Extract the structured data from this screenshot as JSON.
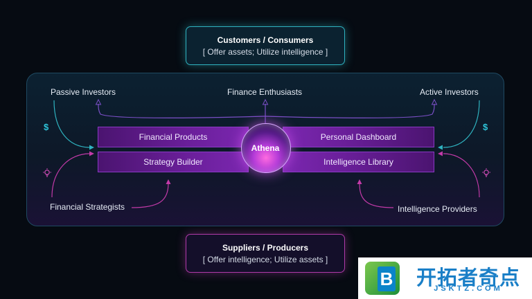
{
  "top_box": {
    "title": "Customers / Consumers",
    "subtitle": "[ Offer assets; Utilize intelligence ]"
  },
  "bottom_box": {
    "title": "Suppliers / Producers",
    "subtitle": "[ Offer intelligence; Utilize assets ]"
  },
  "labels": {
    "passive_investors": "Passive Investors",
    "finance_enthusiasts": "Finance Enthusiasts",
    "active_investors": "Active Investors",
    "financial_strategists": "Financial Strategists",
    "intelligence_providers": "Intelligence Providers"
  },
  "bars": {
    "financial_products": "Financial Products",
    "strategy_builder": "Strategy Builder",
    "personal_dashboard": "Personal Dashboard",
    "intelligence_library": "Intelligence Library"
  },
  "center": {
    "label": "Athena"
  },
  "icons": {
    "left_top": "dollar-icon",
    "right_top": "dollar-icon",
    "left_bottom": "lightbulb-icon",
    "right_bottom": "lightbulb-icon",
    "dollar_glyph": "$"
  },
  "colors": {
    "cyan_accent": "#2fb3c0",
    "magenta_accent": "#b03aa8",
    "bar_purple": "#6a1f9a"
  },
  "watermark": {
    "text": "开拓者奇点",
    "url": "JSKTZ.COM",
    "logo_letter": "B"
  }
}
